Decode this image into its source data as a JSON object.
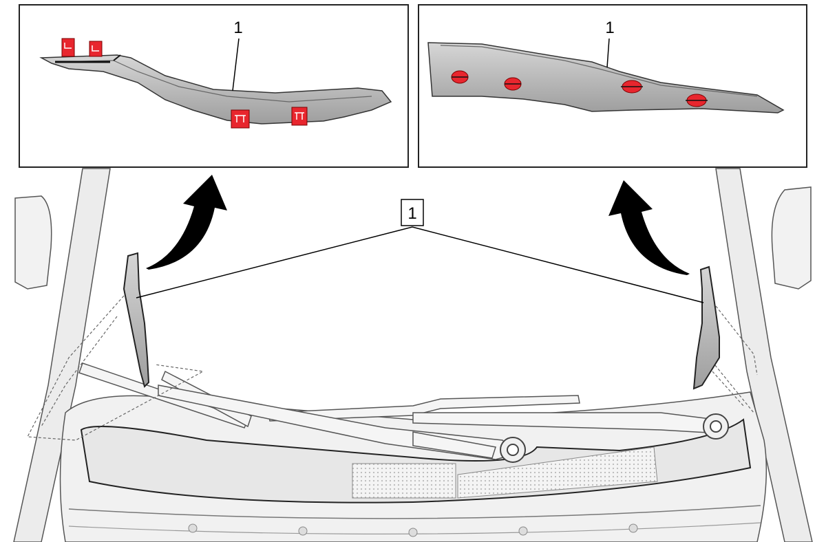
{
  "figure": {
    "callouts": {
      "inset_left": "1",
      "inset_right": "1",
      "main_boxed": "1"
    },
    "colors": {
      "clip_red": "#e8262e",
      "part_gray": "#bdbdbd",
      "part_dark": "#8f8f8f",
      "outline": "#2b2b2b"
    },
    "icons": [
      "curved-arrow-icon",
      "retainer-clip-icon"
    ]
  }
}
